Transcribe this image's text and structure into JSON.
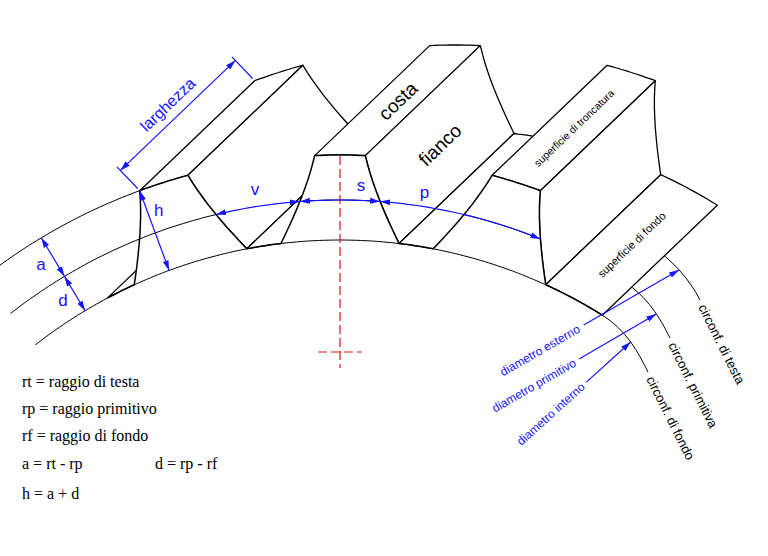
{
  "diagram": {
    "labels": [
      "larghezza",
      "h",
      "v",
      "s",
      "p",
      "costa",
      "fianco",
      "superficie di troncatura",
      "superficie di fondo",
      "a",
      "d",
      "diametro esterno",
      "diametro primitivo",
      "diametro interno",
      "circonf. di testa",
      "circonf. primitiva",
      "circonf. di fondo",
      "rt = raggio di testa",
      "rp = raggio primitivo",
      "rf = raggio di fondo",
      "a = rt - rp",
      "d = rp - rf",
      "h = a + d"
    ]
  }
}
